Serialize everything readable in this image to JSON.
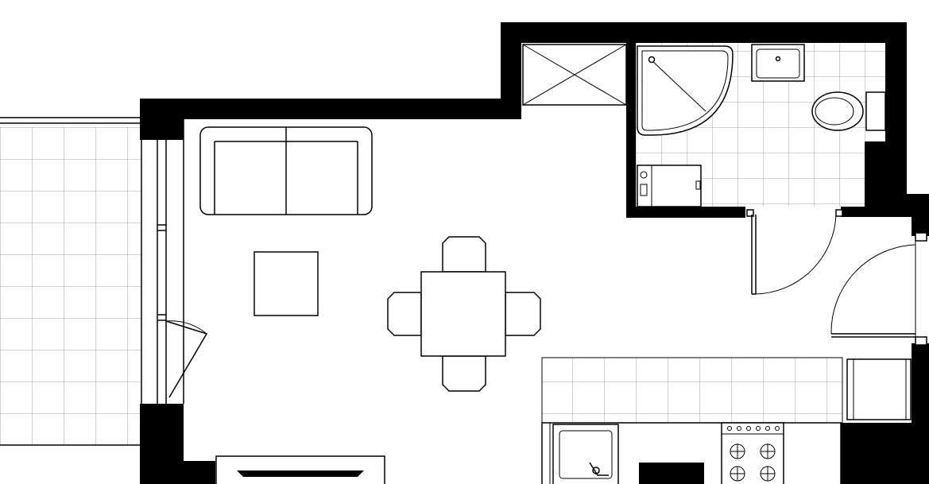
{
  "diagram": {
    "type": "floor-plan",
    "colors": {
      "wall": "#000000",
      "line": "#000000",
      "tile_grid": "#8a8a8a",
      "background": "#ffffff"
    },
    "rooms": [
      "main-room",
      "bathroom",
      "balcony",
      "kitchen-area",
      "storage-closet"
    ],
    "fixtures": [
      "sofa",
      "coffee-table",
      "dining-table",
      "dining-chair",
      "shower",
      "bathroom-sink",
      "toilet",
      "washing-machine",
      "kitchen-sink",
      "stove",
      "refrigerator",
      "tv-stand",
      "balcony-door",
      "bathroom-door",
      "entrance-door"
    ]
  }
}
